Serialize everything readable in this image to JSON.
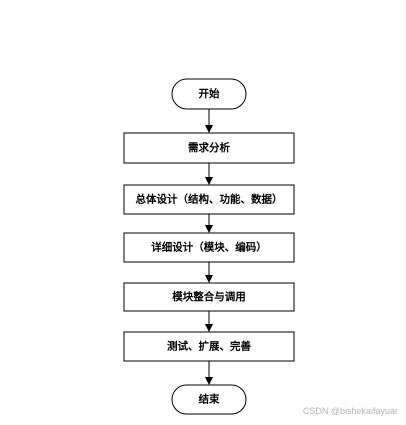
{
  "flowchart": {
    "start": "开始",
    "steps": [
      "需求分析",
      "总体设计（结构、功能、数据）",
      "详细设计（模块、编码）",
      "模块整合与调用",
      "测试、扩展、完善"
    ],
    "end": "结束"
  },
  "watermark": "CSDN @bishekaifayuar"
}
